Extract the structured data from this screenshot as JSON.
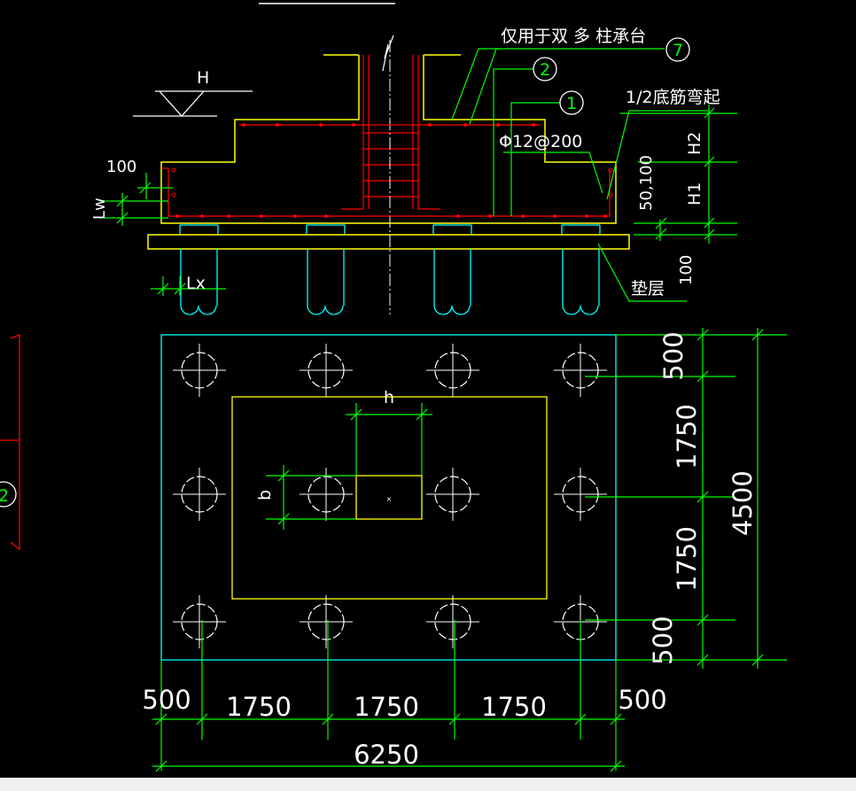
{
  "colors": {
    "background": "#000000",
    "yellow": "#ffff00",
    "red": "#ff0000",
    "green": "#00ff00",
    "cyan": "#00ffff",
    "white": "#ffffff"
  },
  "section": {
    "level_mark": "H",
    "dim_100_top": "100",
    "dim_lw": "Lw",
    "dim_lx": "Lx",
    "dim_h2": "H2",
    "dim_h1": "H1",
    "dim_50_100": "50,100",
    "dim_100_bottom": "100",
    "note_double_column": "仅用于双  多 柱承台",
    "callout_7": "7",
    "callout_2": "2",
    "callout_1": "1",
    "note_half_bend": "1/2底筋弯起",
    "rebar_spec": "Φ12@200",
    "cushion_label": "垫层"
  },
  "plan": {
    "dim_h": "h",
    "dim_b": "b",
    "right_dims": [
      "500",
      "1750",
      "1750",
      "500"
    ],
    "right_total": "4500",
    "bottom_dims": [
      "500",
      "1750",
      "1750",
      "1750",
      "500"
    ],
    "bottom_total": "6250"
  },
  "side_marker": {
    "callout": "2"
  }
}
